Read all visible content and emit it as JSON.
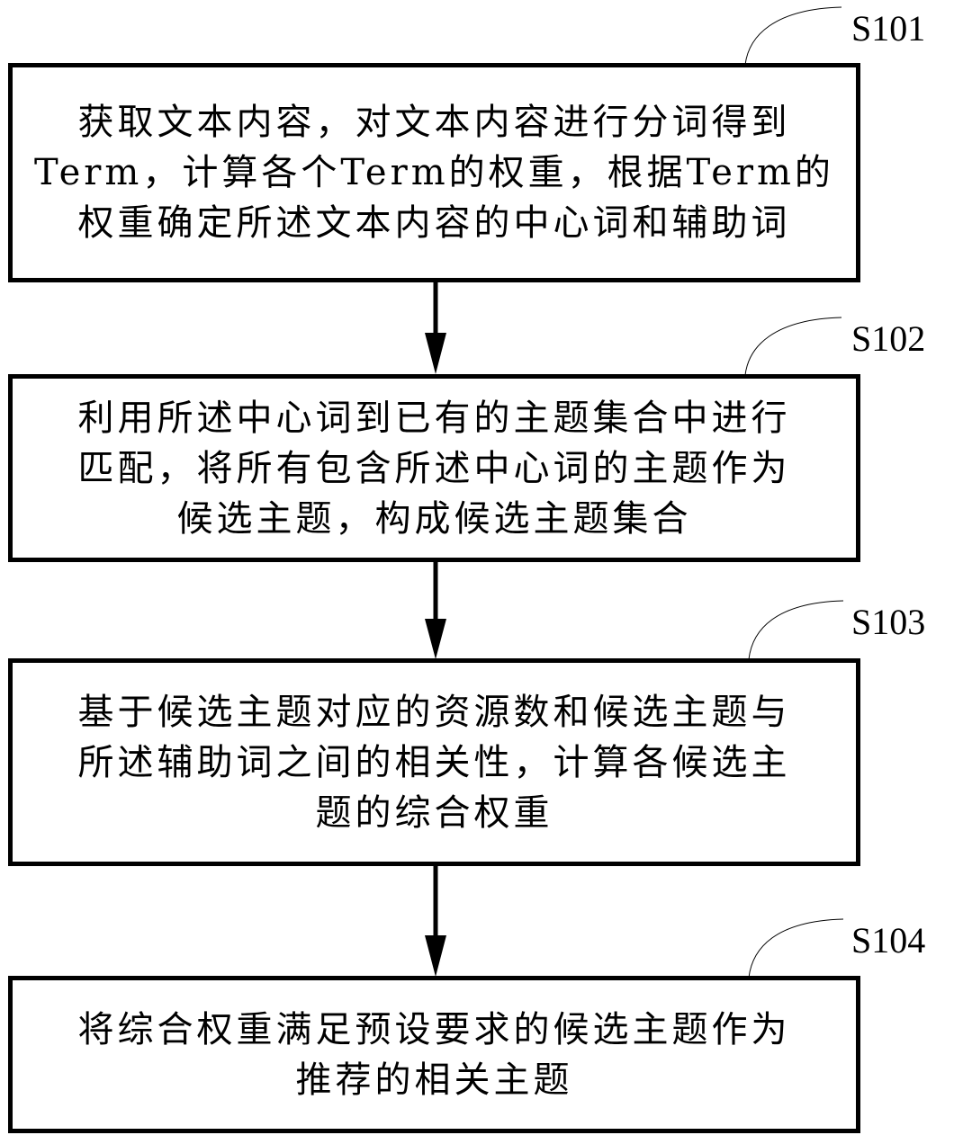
{
  "steps": [
    {
      "id": "S101",
      "lines": [
        "获取文本内容，对文本内容进行分词得到",
        "Term，计算各个Term的权重，根据Term的",
        "权重确定所述文本内容的中心词和辅助词"
      ]
    },
    {
      "id": "S102",
      "lines": [
        "利用所述中心词到已有的主题集合中进行",
        "匹配，将所有包含所述中心词的主题作为",
        "候选主题，构成候选主题集合"
      ]
    },
    {
      "id": "S103",
      "lines": [
        "基于候选主题对应的资源数和候选主题与",
        "所述辅助词之间的相关性，计算各候选主",
        "题的综合权重"
      ]
    },
    {
      "id": "S104",
      "lines": [
        "将综合权重满足预设要求的候选主题作为",
        "推荐的相关主题"
      ]
    }
  ]
}
